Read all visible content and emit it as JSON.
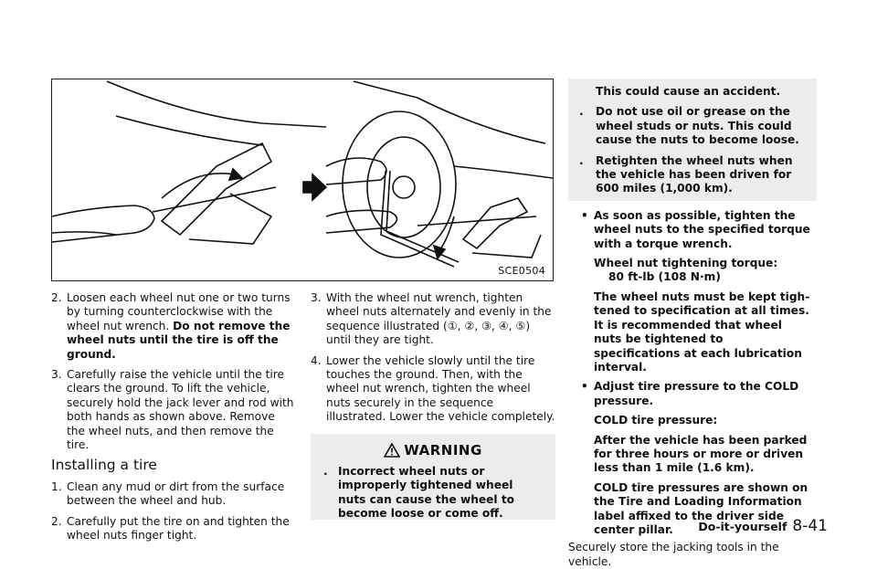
{
  "figure": {
    "code": "SCE0504"
  },
  "left": {
    "step2": {
      "num": "2.",
      "text": "Loosen each wheel nut one or two turns by turning counterclockwise with the wheel nut wrench. ",
      "bold": "Do not remove the wheel nuts until the tire is off the ground."
    },
    "step3": {
      "num": "3.",
      "text": "Carefully raise the vehicle until the tire clears the ground. To lift the vehicle, securely hold the jack lever and rod with both hands as shown above. Remove the wheel nuts, and then remove the tire."
    },
    "heading": "Installing a tire",
    "inst1": {
      "num": "1.",
      "text": "Clean any mud or dirt from the surface between the wheel and hub."
    },
    "inst2": {
      "num": "2.",
      "text": "Carefully put the tire on and tighten the wheel nuts finger tight."
    }
  },
  "middle": {
    "step3": {
      "num": "3.",
      "text": "With the wheel nut wrench, tighten wheel nuts alternately and evenly in the sequence illustrated (①, ②, ③, ④, ⑤) until they are tight."
    },
    "step4": {
      "num": "4.",
      "text": "Lower the vehicle slowly until the tire touches the ground. Then, with the wheel nut wrench, tighten the wheel nuts securely in the sequence illustrated. Lower the vehicle completely."
    },
    "warning_title": "WARNING",
    "warn1": "Incorrect wheel nuts or improperly tightened wheel nuts can cause the wheel to become loose or come off."
  },
  "right": {
    "cont": "This could cause an accident.",
    "bul_char": ".",
    "warn2": "Do not use oil or grease on the wheel studs or nuts. This could cause the nuts to become loose.",
    "warn3": "Retighten the wheel nuts when the vehicle has been driven for 600 miles (1,000 km).",
    "sub_char": "•",
    "sub1": "As soon as possible, tighten the wheel nuts to the specified torque with a torque wrench.",
    "torque_label": "Wheel nut tightening torque:",
    "torque_value": "80 ft-lb (108 N·m)",
    "torque_note": "The wheel nuts must be kept tigh- tened to specification at all times. It is recommended that wheel nuts be tightened to specifications at each lubrication interval.",
    "sub2": "Adjust tire pressure to the COLD pressure.",
    "cold_label": "COLD tire pressure:",
    "cold_def": "After the vehicle has been parked for three hours or more or driven less than 1 mile (1.6 km).",
    "cold_note": "COLD tire pressures are shown on the Tire and Loading Information label affixed to the driver side center pillar.",
    "store": "Securely store the jacking tools in the vehicle."
  },
  "footer": {
    "section": "Do-it-yourself",
    "page": "8-41"
  }
}
